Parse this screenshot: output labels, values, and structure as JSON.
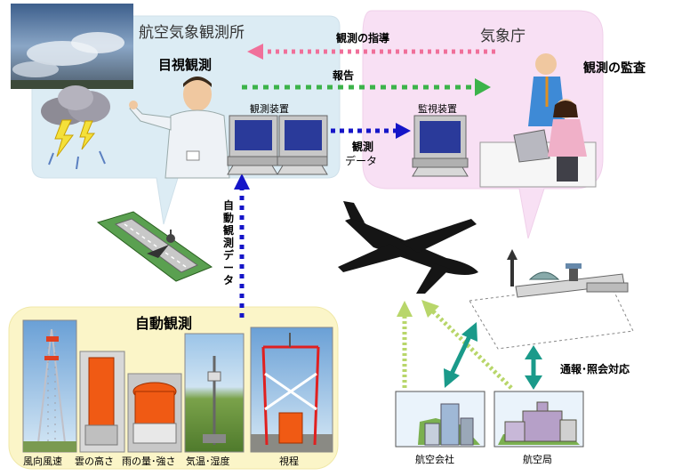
{
  "observatory": {
    "title": "航空気象観測所",
    "visual_obs": "目視観測",
    "equipment": "観測装置"
  },
  "jma": {
    "title": "気象庁",
    "audit": "観測の監査",
    "monitor": "監視装置"
  },
  "arrows": {
    "instruction": "観測の指導",
    "report": "報告",
    "obs_data_line1": "観測",
    "obs_data_line2": "データ",
    "auto_data": [
      "自",
      "動",
      "観",
      "測",
      "デ",
      "ー",
      "タ"
    ],
    "notify": "通報･照会対応"
  },
  "auto": {
    "title": "自動観測",
    "labels": [
      "風向風速",
      "雲の高さ",
      "雨の量･強さ",
      "気温･湿度",
      "視程"
    ]
  },
  "buildings": {
    "airline": "航空会社",
    "bureau": "航空局"
  },
  "colors": {
    "pink_arrow": "#f0709a",
    "green_arrow": "#3cb34a",
    "blue_arrow": "#1515c8",
    "teal_arrow": "#1a9a8a",
    "lime_arrow": "#b8d66a",
    "obs_bubble": "#dcecf4",
    "jma_bubble": "#f8e0f4",
    "auto_box": "#fbf5c8"
  }
}
